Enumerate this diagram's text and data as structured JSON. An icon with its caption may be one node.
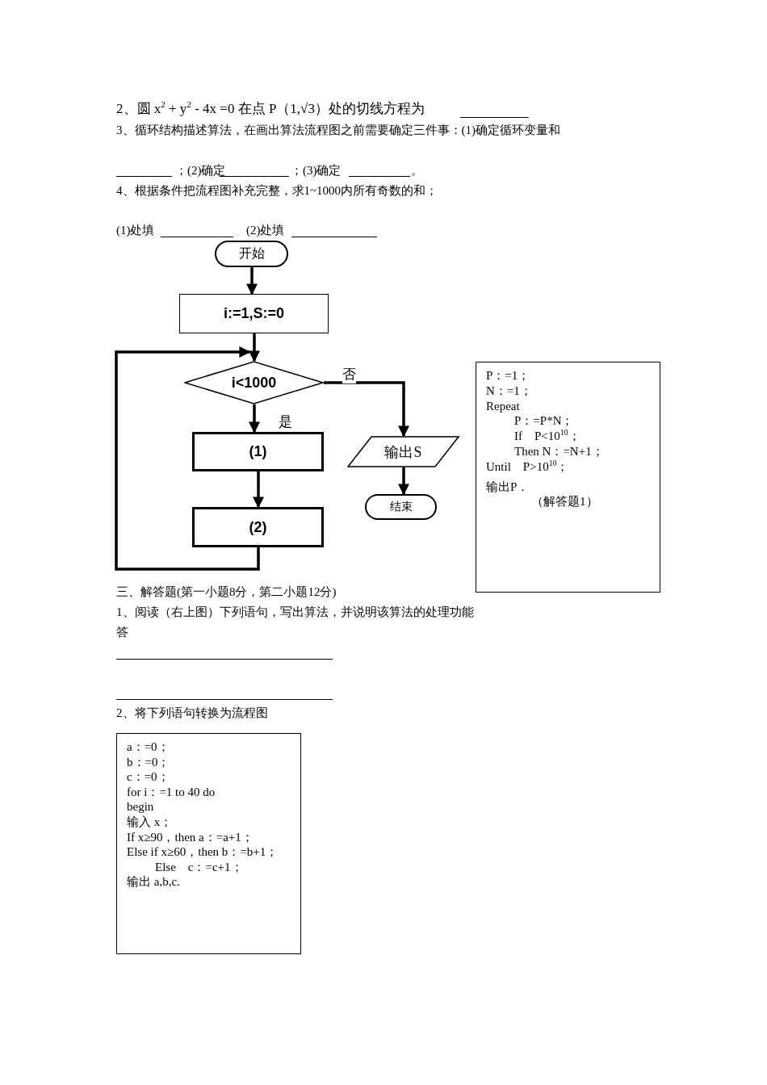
{
  "diagram": {
    "nodes": [
      {
        "text": [
          "开始"
        ]
      },
      {
        "text": [
          "i:=1,S:=0"
        ]
      },
      {
        "text": [
          "i<1000"
        ]
      },
      {
        "text": [
          "(1)"
        ]
      },
      {
        "text": [
          "(2)"
        ]
      },
      {
        "text": [
          "输出S"
        ]
      },
      {
        "text": [
          "结束"
        ]
      },
      {
        "text": [
          "P：=1；",
          "N：=1；",
          "Repeat",
          "P：=P*N；",
          "If　P<10$^{10}$；",
          "Then N：=N+1；",
          "Until　P>10$^{10}$；",
          "输出P．",
          "（解答题1）"
        ]
      },
      {
        "text": [
          "a：=0；",
          "b：=0；",
          "c：=0；",
          "for i：=1 to 40 do",
          "begin",
          "输入 x；",
          "If x≥90，then a：=a+1；",
          "Else if x≥60，then b：=b+1；",
          "Else　c：=c+1；",
          "输出 a,b,c."
        ]
      }
    ],
    "edges": [
      {
        "from": 0,
        "to": 1,
        "arrow": "to"
      },
      {
        "from": 1,
        "to": 2,
        "arrow": "to"
      },
      {
        "from": 2,
        "to": 3,
        "arrow": "to",
        "label": "是"
      },
      {
        "from": 3,
        "to": 4,
        "arrow": "to"
      },
      {
        "from": 4,
        "to": 2,
        "arrow": "to"
      },
      {
        "from": 2,
        "to": 5,
        "arrow": "to",
        "label": "否"
      },
      {
        "from": 5,
        "to": 6,
        "arrow": "to"
      }
    ],
    "labels": [
      "2、圆 x$^{2}$ + y$^{2}$ - 4x =0 在点 P（1,√3）处的切线方程为",
      "3、循环结构描述算法，在画出算法流程图之前需要确定三件事：(1)确定循环变量和",
      "；(2)确定",
      "；(3)确定",
      "。",
      "4、根据条件把流程图补充完整，求1~1000内所有奇数的和；",
      "(1)处填",
      "(2)处填",
      "三、解答题(第一小题8分，第二小题12分)",
      "1、阅读（右上图）下列语句，写出算法，并说明该算法的处理功能",
      "答",
      "2、将下列语句转换为流程图"
    ]
  }
}
